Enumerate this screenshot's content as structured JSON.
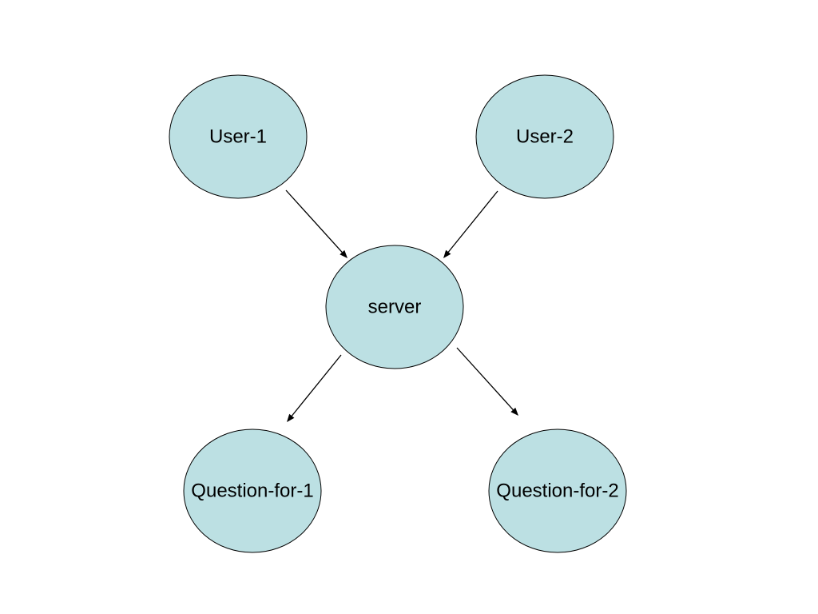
{
  "diagram": {
    "node_fill": "#bce0e3",
    "nodes": [
      {
        "id": "user1",
        "label": "User-1"
      },
      {
        "id": "user2",
        "label": "User-2"
      },
      {
        "id": "server",
        "label": "server"
      },
      {
        "id": "q1",
        "label": "Question-for-1"
      },
      {
        "id": "q2",
        "label": "Question-for-2"
      }
    ],
    "edges": [
      {
        "from": "user1",
        "to": "server"
      },
      {
        "from": "user2",
        "to": "server"
      },
      {
        "from": "server",
        "to": "q1"
      },
      {
        "from": "server",
        "to": "q2"
      }
    ]
  }
}
